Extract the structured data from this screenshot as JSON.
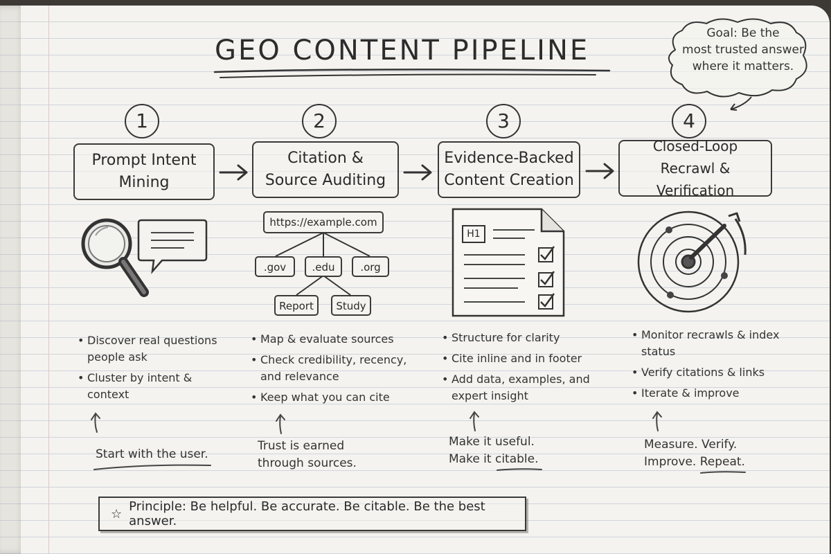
{
  "title": "GEO CONTENT PIPELINE",
  "goal_note": [
    "Goal: Be the",
    "most trusted answer",
    "where it matters."
  ],
  "stages": [
    {
      "number": "1",
      "title_lines": [
        "Prompt Intent",
        "Mining"
      ],
      "bullets": [
        "Discover real questions people ask",
        "Cluster by intent & context"
      ],
      "tagline_lines": [
        "Start with the user."
      ]
    },
    {
      "number": "2",
      "title_lines": [
        "Citation &",
        "Source Auditing"
      ],
      "bullets": [
        "Map & evaluate sources",
        "Check credibility, recency, and relevance",
        "Keep what you can cite"
      ],
      "tagline_lines": [
        "Trust is earned",
        "through sources."
      ]
    },
    {
      "number": "3",
      "title_lines": [
        "Evidence-Backed",
        "Content Creation"
      ],
      "bullets": [
        "Structure for clarity",
        "Cite inline and in footer",
        "Add data, examples, and expert insight"
      ],
      "tagline_lines": [
        "Make it useful.",
        "Make it citable."
      ]
    },
    {
      "number": "4",
      "title_lines": [
        "Closed-Loop",
        "Recrawl & Verification"
      ],
      "bullets": [
        "Monitor recrawls & index status",
        "Verify citations & links",
        "Iterate & improve"
      ],
      "tagline_lines": [
        "Measure. Verify.",
        "Improve. Repeat."
      ]
    }
  ],
  "source_tree": {
    "root": "https://example.com",
    "domains": [
      ".gov",
      ".edu",
      ".org"
    ],
    "leaves": [
      "Report",
      "Study"
    ]
  },
  "doc_heading": "H1",
  "principle": "Principle: Be helpful. Be accurate. Be citable. Be the best answer.",
  "icons": {
    "stage1": [
      "magnifier-icon",
      "speech-bubble-icon"
    ],
    "stage3": [
      "document-checklist-icon"
    ],
    "stage4": [
      "radar-target-icon"
    ],
    "principle": "star-icon",
    "arrow": "right-arrow-icon"
  }
}
